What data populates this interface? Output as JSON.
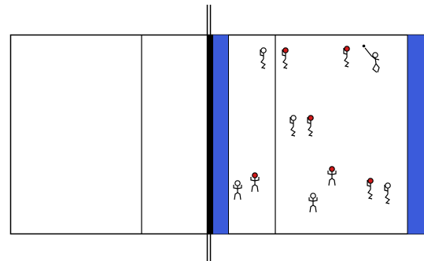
{
  "diagram": {
    "title": "",
    "colors": {
      "background": "#ffffff",
      "court_line": "#000000",
      "net_band": "#000000",
      "attack_zone_stripe": "#3B5BDB",
      "player_head_red": "#D11A1A",
      "player_head_white": "#ffffff",
      "stroke": "#000000"
    },
    "players": [
      {
        "id": "p1",
        "head": "white",
        "pose": "squat"
      },
      {
        "id": "p2",
        "head": "red",
        "pose": "squat"
      },
      {
        "id": "p3",
        "head": "red",
        "pose": "squat"
      },
      {
        "id": "p4",
        "head": "white",
        "pose": "serve"
      },
      {
        "id": "p5",
        "head": "white",
        "pose": "squat"
      },
      {
        "id": "p6",
        "head": "red",
        "pose": "squat"
      },
      {
        "id": "p7",
        "head": "white",
        "pose": "stand"
      },
      {
        "id": "p8",
        "head": "red",
        "pose": "stand"
      },
      {
        "id": "p9",
        "head": "red",
        "pose": "stand"
      },
      {
        "id": "p10",
        "head": "white",
        "pose": "stand"
      },
      {
        "id": "p11",
        "head": "red",
        "pose": "squat"
      },
      {
        "id": "p12",
        "head": "white",
        "pose": "squat"
      }
    ],
    "ball": {
      "present": true
    }
  }
}
